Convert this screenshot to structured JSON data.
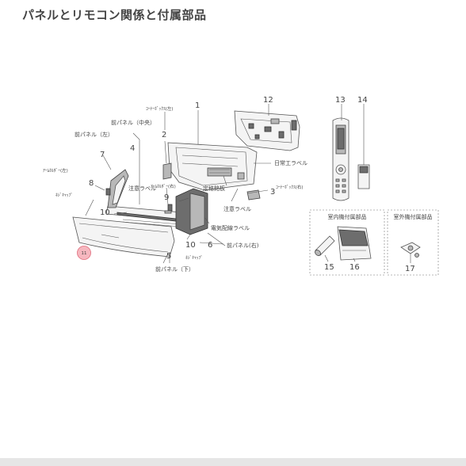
{
  "title": "パネルとリモコン関係と付属部品",
  "labels": {
    "corner_box_left": "ｺｰﾅｰﾎﾞｯｸｽ(左)",
    "corner_box_right": "ｺｰﾅｰﾎﾞｯｸｽ(右)",
    "front_panel_center": "前パネル（中央）",
    "front_panel_left": "前パネル（左）",
    "front_panel_right": "前パネル(右)",
    "front_panel_bottom": "前パネル（下）",
    "arm_holder_left": "ｱｰﾑﾎﾙﾀﾞｰ(左)",
    "arm_holder_right": "ｱｰﾑﾎﾙﾀﾞｰ(右)",
    "screw_cap_left": "ﾈｼﾞｷｬｯﾌﾟ",
    "screw_cap_bottom": "ﾈｼﾞｷｬｯﾌﾟ",
    "caution_label_left": "注意ラベル",
    "caution_label_right": "注意ラベル",
    "daily_label": "日常工ラベル",
    "rating_plate": "定格銘板",
    "wiring_label": "電気配線ラベル",
    "indoor_accessories": "室内機付属部品",
    "outdoor_accessories": "室外機付属部品"
  },
  "part_numbers": {
    "n1": "1",
    "n2": "2",
    "n3": "3",
    "n4": "4",
    "n5": "5",
    "n6": "6",
    "n7": "7",
    "n8": "8",
    "n9": "9",
    "n10a": "10",
    "n10b": "10",
    "n11": "11",
    "n12": "12",
    "n13": "13",
    "n14": "14",
    "n15": "15",
    "n16": "16",
    "n17": "17"
  },
  "colors": {
    "highlight": "#f6b7bf",
    "highlight_stroke": "#e06a7a"
  }
}
